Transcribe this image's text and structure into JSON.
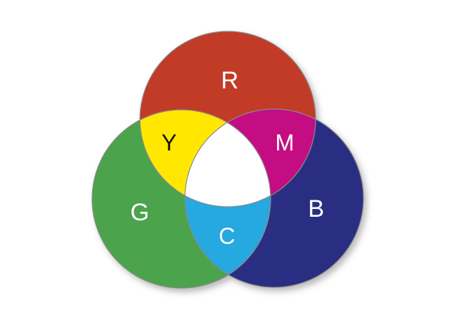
{
  "diagram": {
    "type": "venn-additive-color-mixing",
    "background": "#ffffff",
    "outline_color": "#8a8a8a",
    "shadow_color": "#666666",
    "circles": [
      {
        "id": "red",
        "label": "R",
        "fill": "#c23a26",
        "label_color": "#ffffff"
      },
      {
        "id": "green",
        "label": "G",
        "fill": "#4ca34c",
        "label_color": "#ffffff"
      },
      {
        "id": "blue",
        "label": "B",
        "fill": "#2b2e82",
        "label_color": "#ffffff"
      }
    ],
    "overlaps": [
      {
        "id": "yellow",
        "label": "Y",
        "fill": "#ffe703",
        "label_color": "#161616"
      },
      {
        "id": "magenta",
        "label": "M",
        "fill": "#c40882",
        "label_color": "#ffffff"
      },
      {
        "id": "cyan",
        "label": "C",
        "fill": "#25a8e0",
        "label_color": "#ffffff"
      },
      {
        "id": "center",
        "label": "",
        "fill": "#ffffff",
        "label_color": "#000000"
      }
    ]
  }
}
